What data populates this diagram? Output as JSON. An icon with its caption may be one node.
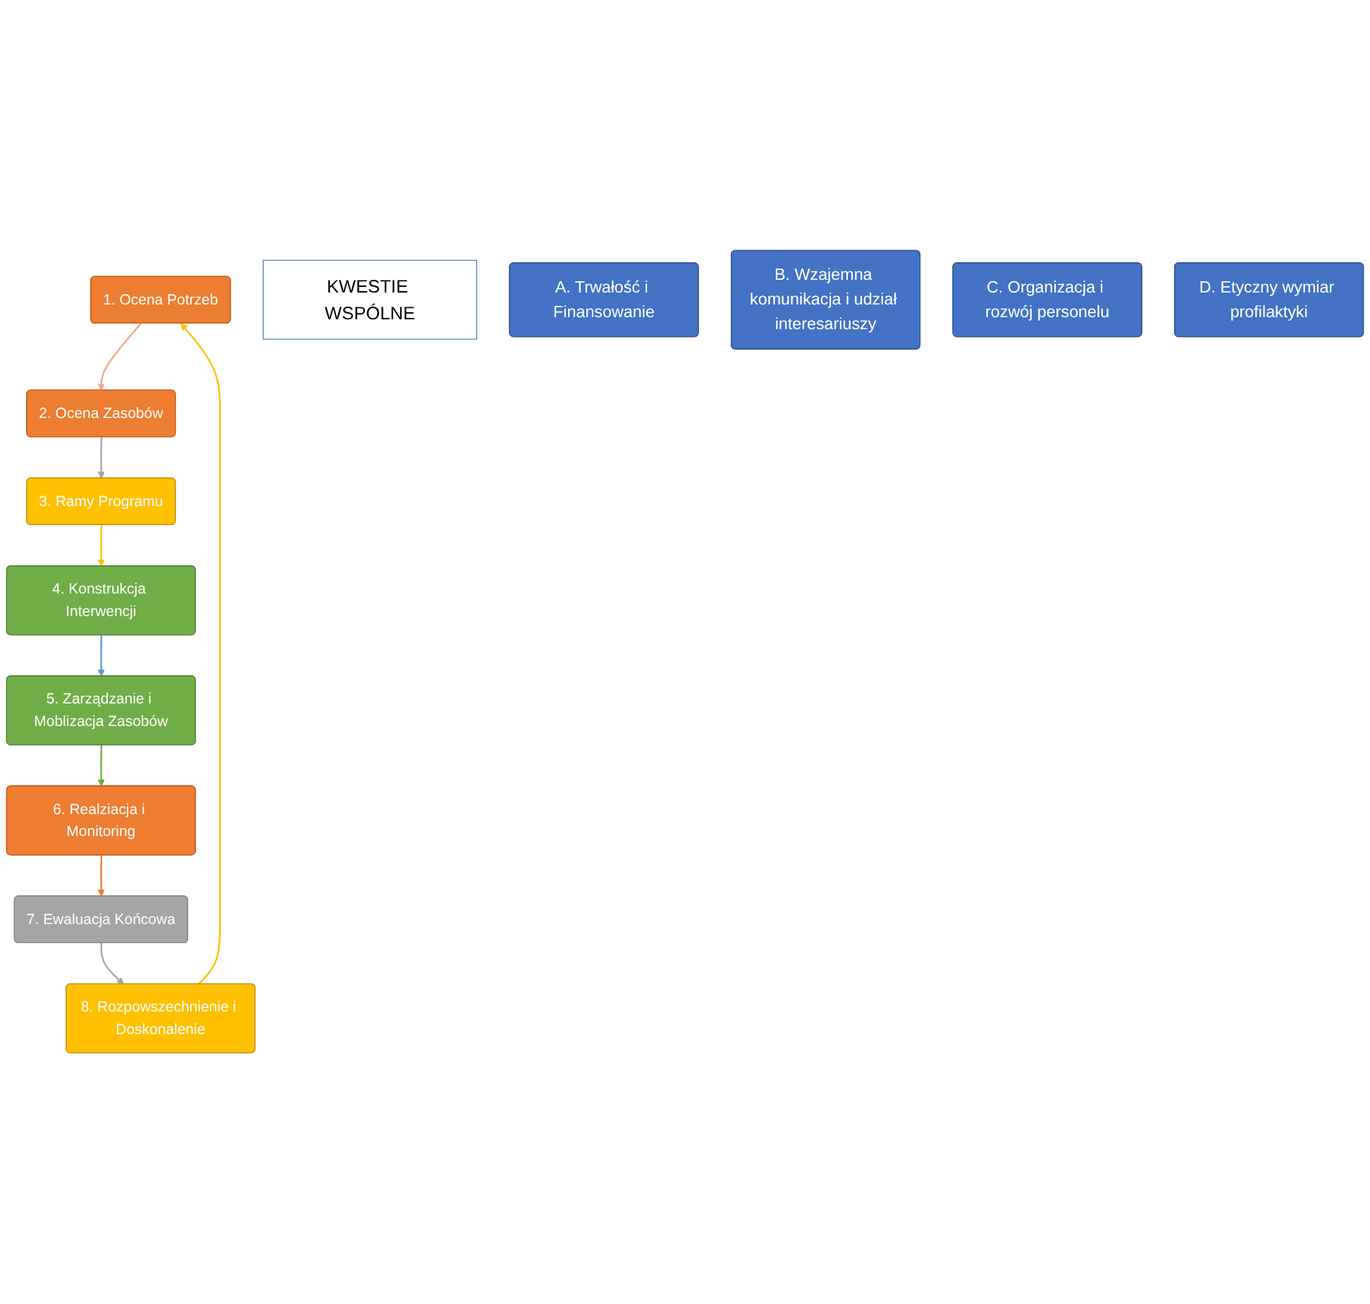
{
  "diagram": {
    "nodes": [
      {
        "text": [
          "1. Ocena Potrzeb"
        ]
      },
      {
        "text": [
          "2. Ocena Zasobów"
        ]
      },
      {
        "text": [
          "3. Ramy Programu"
        ]
      },
      {
        "text": [
          "4. Konstrukcja Interwencji"
        ]
      },
      {
        "text": [
          "5. Zarządzanie i Moblizacja Zasobów"
        ]
      },
      {
        "text": [
          "6. Realziacja i Monitoring"
        ]
      },
      {
        "text": [
          "7. Ewaluacja Końcowa"
        ]
      },
      {
        "text": [
          "8. Rozpowszechnienie i Doskonalenie"
        ]
      },
      {
        "text": [
          "KWESTIE WSPÓLNE"
        ]
      },
      {
        "text": [
          "A. Trwałość i Finansowanie"
        ]
      },
      {
        "text": [
          "B. Wzajemna komunikacja i udział interesariuszy"
        ]
      },
      {
        "text": [
          "C. Organizacja i rozwój personelu"
        ]
      },
      {
        "text": [
          "D. Etyczny wymiar profilaktyki"
        ]
      }
    ],
    "edges": [
      {
        "from": 0,
        "to": 1,
        "arrow": "to",
        "color": "#f4a582"
      },
      {
        "from": 1,
        "to": 2,
        "arrow": "to",
        "color": "#a6a6a6"
      },
      {
        "from": 2,
        "to": 3,
        "arrow": "to",
        "color": "#ffc000"
      },
      {
        "from": 3,
        "to": 4,
        "arrow": "to",
        "color": "#5b9bd5"
      },
      {
        "from": 4,
        "to": 5,
        "arrow": "to",
        "color": "#70ad47"
      },
      {
        "from": 5,
        "to": 6,
        "arrow": "to",
        "color": "#ed7d31"
      },
      {
        "from": 6,
        "to": 7,
        "arrow": "to",
        "color": "#a6a6a6"
      },
      {
        "from": 7,
        "to": 0,
        "arrow": "to",
        "color": "#ffc000"
      }
    ]
  }
}
